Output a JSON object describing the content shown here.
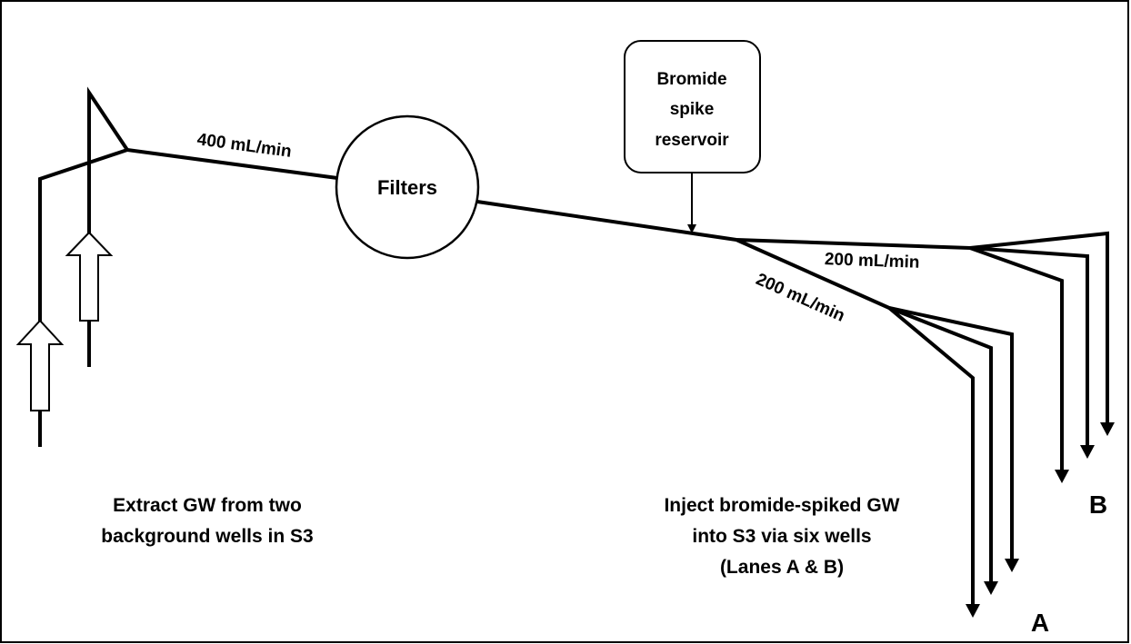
{
  "labels": {
    "flow_main": "400 mL/min",
    "filters": "Filters",
    "reservoir_line1": "Bromide",
    "reservoir_line2": "spike",
    "reservoir_line3": "reservoir",
    "flow_lane_b": "200 mL/min",
    "flow_lane_a": "200 mL/min",
    "lane_b": "B",
    "lane_a": "A",
    "extract_line1": "Extract GW from two",
    "extract_line2": "background wells in S3",
    "inject_line1": "Inject bromide-spiked GW",
    "inject_line2": "into S3 via six wells",
    "inject_line3": "(Lanes A & B)"
  }
}
